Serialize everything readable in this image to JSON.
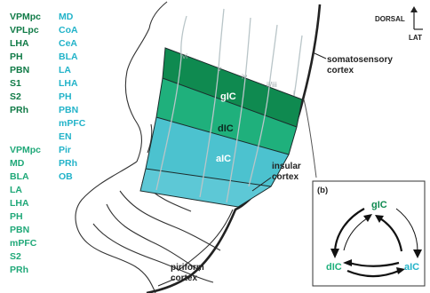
{
  "projection_lists": {
    "dark_green": [
      "VPMpc",
      "VPLpc",
      "LHA",
      "PH",
      "PBN",
      "S1",
      "S2",
      "PRh"
    ],
    "mid_green": [
      "VPMpc",
      "MD",
      "BLA",
      "LA",
      "LHA",
      "PH",
      "PBN",
      "mPFC",
      "S2",
      "PRh"
    ],
    "cyan": [
      "MD",
      "CoA",
      "CeA",
      "BLA",
      "LA",
      "LHA",
      "PH",
      "PBN",
      "mPFC",
      "EN",
      "Pir",
      "PRh",
      "OB"
    ]
  },
  "orientation": {
    "dorsal": "DORSAL",
    "lateral": "LAT"
  },
  "regions": {
    "gic": "gIC",
    "dic": "dIC",
    "aic": "aIC"
  },
  "layers": [
    "vi",
    "v",
    "iv",
    "ii/iii",
    "i"
  ],
  "labels": {
    "somatosensory": [
      "somatosensory",
      "cortex"
    ],
    "insular": [
      "insular",
      "cortex"
    ],
    "piriform": [
      "piriform",
      "cortex"
    ]
  },
  "panel_b": {
    "letter": "(b)",
    "gic": "gIC",
    "dic": "dIC",
    "aic": "aIC"
  },
  "colors": {
    "gic": "#0f8a50",
    "dic": "#1fb07c",
    "aic": "#4cc2cf",
    "dark_text": "#0f7a46",
    "mid_text": "#1fa878",
    "cyan_text": "#22b3c9"
  }
}
